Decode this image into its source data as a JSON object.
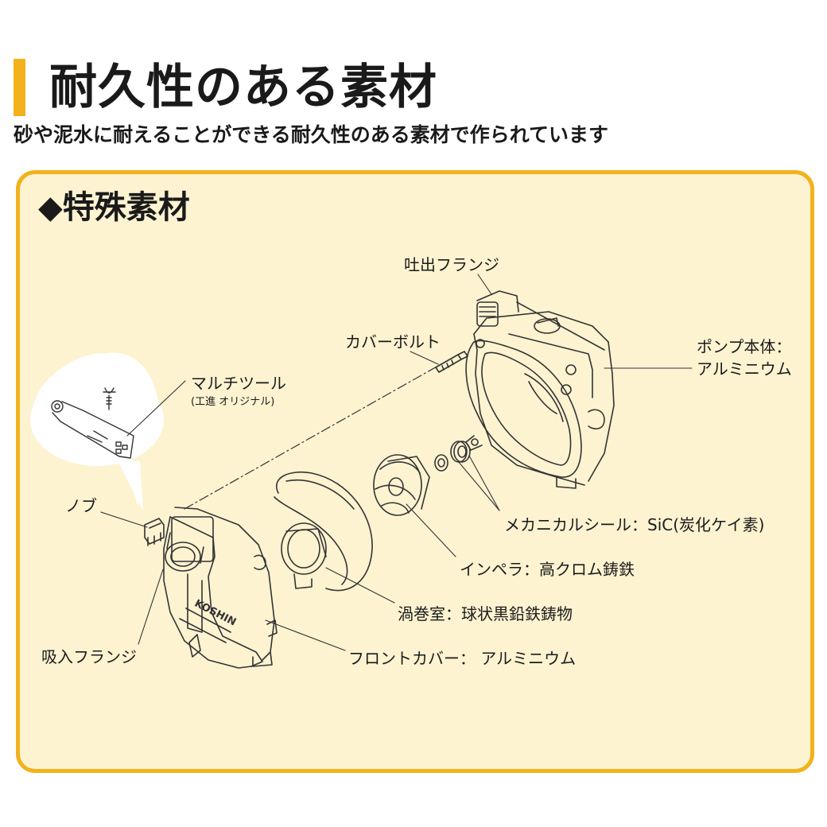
{
  "header": {
    "title": "耐久性のある素材",
    "subtitle": "砂や泥水に耐えることができる耐久性のある素材で作られています"
  },
  "panel": {
    "heading": "◆特殊素材"
  },
  "diagram": {
    "labels": {
      "discharge_flange": "吐出フランジ",
      "cover_bolt": "カバーボルト",
      "pump_body_line1": "ポンプ本体：",
      "pump_body_line2": "アルミニウム",
      "multi_tool": "マルチツール",
      "multi_tool_note": "(工進 オリジナル)",
      "knob": "ノブ",
      "mechanical_seal": "メカニカルシール：SiC(炭化ケイ素)",
      "impeller": "インペラ：高クロム鋳鉄",
      "volute": "渦巻室：球状黒鉛鉄鋳物",
      "suction_flange": "吸入フランジ",
      "front_cover": "フロントカバー： アルミニウム"
    },
    "brand_mark": "KOSHIN"
  },
  "colors": {
    "accent": "#f3b11c",
    "panel_border": "#f1b21c",
    "panel_background": "#fdf3d1",
    "text": "#1a1a1a",
    "line_art": "#333333"
  }
}
